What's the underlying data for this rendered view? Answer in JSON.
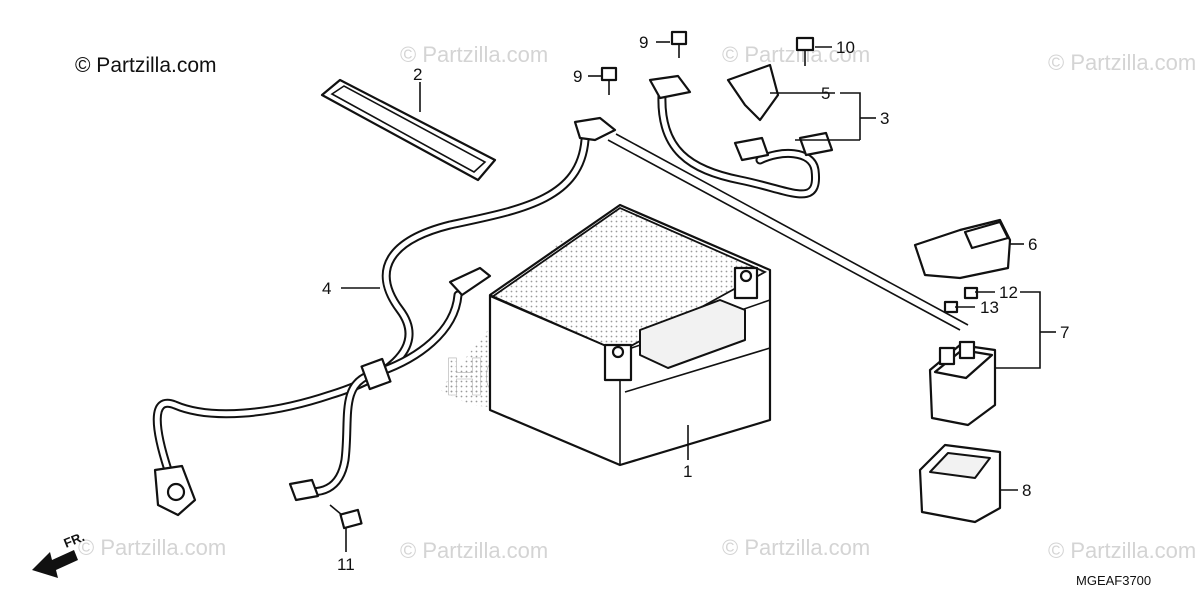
{
  "copyright": "© Partzilla.com",
  "watermark": "© Partzilla.com",
  "diagram_code": "MGEAF3700",
  "battery_logo": "HONDA",
  "direction_label": "FR.",
  "callouts": {
    "c1": "1",
    "c2": "2",
    "c3": "3",
    "c4": "4",
    "c5": "5",
    "c6": "6",
    "c7": "7",
    "c8": "8",
    "c9a": "9",
    "c9b": "9",
    "c10": "10",
    "c11": "11",
    "c12": "12",
    "c13": "13"
  }
}
